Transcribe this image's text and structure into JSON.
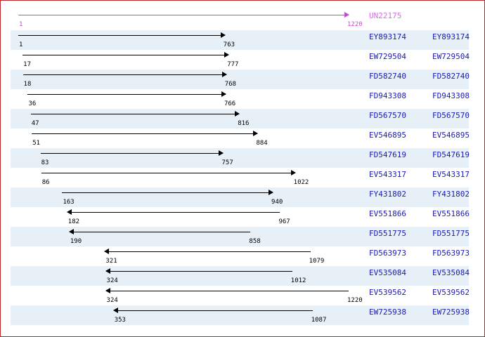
{
  "reference": {
    "accession": "UN22175",
    "start": "1",
    "end": "1220",
    "color": "#c54ccd"
  },
  "colors": {
    "link": "#1a1ab4",
    "band": "#e6f0f6",
    "border": "#b9262b"
  },
  "alignments": [
    {
      "accession": "EY893174",
      "start": "1",
      "end": "763",
      "strand": "forward"
    },
    {
      "accession": "EW729504",
      "start": "17",
      "end": "777",
      "strand": "forward"
    },
    {
      "accession": "FD582740",
      "start": "18",
      "end": "768",
      "strand": "forward"
    },
    {
      "accession": "FD943308",
      "start": "36",
      "end": "766",
      "strand": "forward"
    },
    {
      "accession": "FD567570",
      "start": "47",
      "end": "816",
      "strand": "forward"
    },
    {
      "accession": "EV546895",
      "start": "51",
      "end": "884",
      "strand": "forward"
    },
    {
      "accession": "FD547619",
      "start": "83",
      "end": "757",
      "strand": "forward"
    },
    {
      "accession": "EV543317",
      "start": "86",
      "end": "1022",
      "strand": "forward"
    },
    {
      "accession": "FY431802",
      "start": "163",
      "end": "940",
      "strand": "forward"
    },
    {
      "accession": "EV551866",
      "start": "182",
      "end": "967",
      "strand": "reverse"
    },
    {
      "accession": "FD551775",
      "start": "190",
      "end": "858",
      "strand": "reverse"
    },
    {
      "accession": "FD563973",
      "start": "321",
      "end": "1079",
      "strand": "reverse"
    },
    {
      "accession": "EV535084",
      "start": "324",
      "end": "1012",
      "strand": "reverse"
    },
    {
      "accession": "EV539562",
      "start": "324",
      "end": "1220",
      "strand": "reverse"
    },
    {
      "accession": "EW725938",
      "start": "353",
      "end": "1087",
      "strand": "reverse"
    }
  ]
}
